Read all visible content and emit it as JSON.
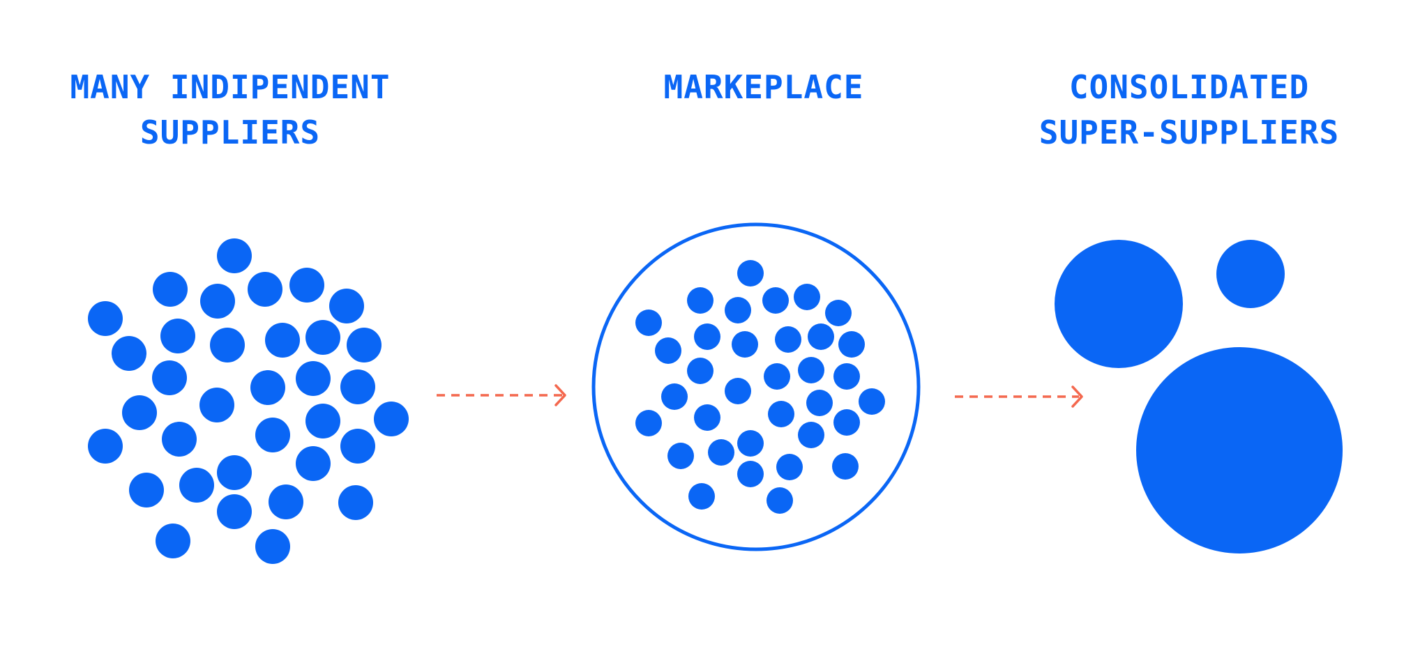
{
  "stages": [
    {
      "title_line1": "MANY INDIPENDENT",
      "title_line2": "SUPPLIERS"
    },
    {
      "title_line1": "MARKEPLACE",
      "title_line2": ""
    },
    {
      "title_line1": "CONSOLIDATED",
      "title_line2": "SUPER-SUPPLIERS"
    }
  ],
  "colors": {
    "primary": "#0a66f5",
    "arrow": "#f4684e",
    "background": "#ffffff"
  },
  "icons": [
    "supplier-dot",
    "marketplace-ring",
    "dashed-arrow",
    "super-supplier-circle"
  ]
}
